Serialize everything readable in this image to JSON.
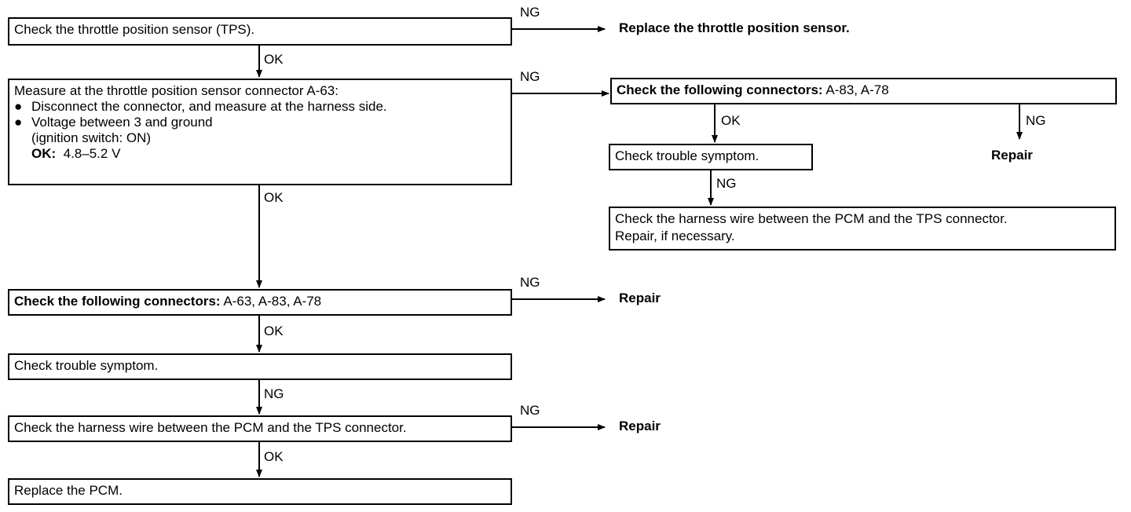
{
  "flow": {
    "b1": "Check the throttle position sensor (TPS).",
    "b2": {
      "line1": "Measure at the throttle position sensor connector A-63:",
      "bullet": "●",
      "item1": "Disconnect the connector, and measure at the harness side.",
      "item2a": "Voltage between 3 and ground",
      "item2b": "(ignition switch: ON)",
      "ok_label": "OK:",
      "ok_value": "4.8–5.2 V"
    },
    "b3": {
      "bold": "Check the following connectors:",
      "rest": " A-63, A-83, A-78"
    },
    "b4": "Check trouble symptom.",
    "b5": "Check the harness wire between the PCM and the TPS connector.",
    "b6": "Replace the PCM.",
    "r1": "Replace the throttle position sensor.",
    "r2": {
      "bold": "Check the following connectors:",
      "rest": " A-83, A-78"
    },
    "r3": "Check trouble symptom.",
    "r4": {
      "line1": "Check the harness wire between the PCM and the TPS connector.",
      "line2": "Repair, if necessary."
    },
    "repair": "Repair"
  },
  "labels": {
    "ok": "OK",
    "ng": "NG"
  }
}
